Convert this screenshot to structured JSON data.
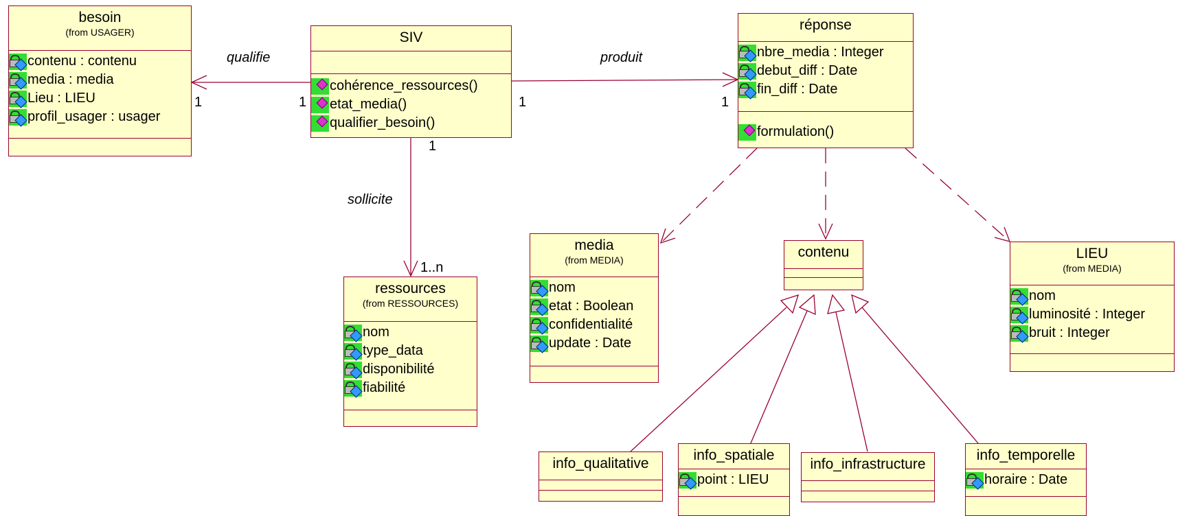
{
  "classes": {
    "besoin": {
      "name": "besoin",
      "from": "(from USAGER)",
      "attributes": [
        "contenu : contenu",
        "media : media",
        "Lieu : LIEU",
        "profil_usager : usager"
      ]
    },
    "siv": {
      "name": "SIV",
      "operations": [
        "cohérence_ressources()",
        "etat_media()",
        "qualifier_besoin()"
      ]
    },
    "reponse": {
      "name": "réponse",
      "attributes": [
        "nbre_media : Integer",
        "debut_diff : Date",
        "fin_diff : Date"
      ],
      "operations": [
        "formulation()"
      ]
    },
    "ressources": {
      "name": "ressources",
      "from": "(from RESSOURCES)",
      "attributes": [
        "nom",
        "type_data",
        "disponibilité",
        "fiabilité"
      ]
    },
    "media": {
      "name": "media",
      "from": "(from MEDIA)",
      "attributes": [
        "nom",
        "etat : Boolean",
        "confidentialité",
        "update : Date"
      ]
    },
    "contenu": {
      "name": "contenu"
    },
    "lieu": {
      "name": "LIEU",
      "from": "(from MEDIA)",
      "attributes": [
        "nom",
        "luminosité : Integer",
        "bruit : Integer"
      ]
    },
    "info_qualitative": {
      "name": "info_qualitative"
    },
    "info_spatiale": {
      "name": "info_spatiale",
      "attributes": [
        "point : LIEU"
      ]
    },
    "info_infrastructure": {
      "name": "info_infrastructure"
    },
    "info_temporelle": {
      "name": "info_temporelle",
      "attributes": [
        "horaire : Date"
      ]
    }
  },
  "associations": {
    "qualifie": {
      "label": "qualifie",
      "mult_source": "1",
      "mult_target": "1"
    },
    "produit": {
      "label": "produit",
      "mult_source": "1",
      "mult_target": "1"
    },
    "sollicite": {
      "label": "sollicite",
      "mult_source": "1",
      "mult_target": "1..n"
    }
  },
  "icons": {
    "attribute": "lock-attribute-icon",
    "operation": "diamond-operation-icon"
  },
  "colors": {
    "class_fill": "#ffffcc",
    "class_border": "#990033",
    "icon_bg": "#33dd33",
    "operation_gem": "#dd33cc",
    "attribute_gem": "#3399ff"
  }
}
